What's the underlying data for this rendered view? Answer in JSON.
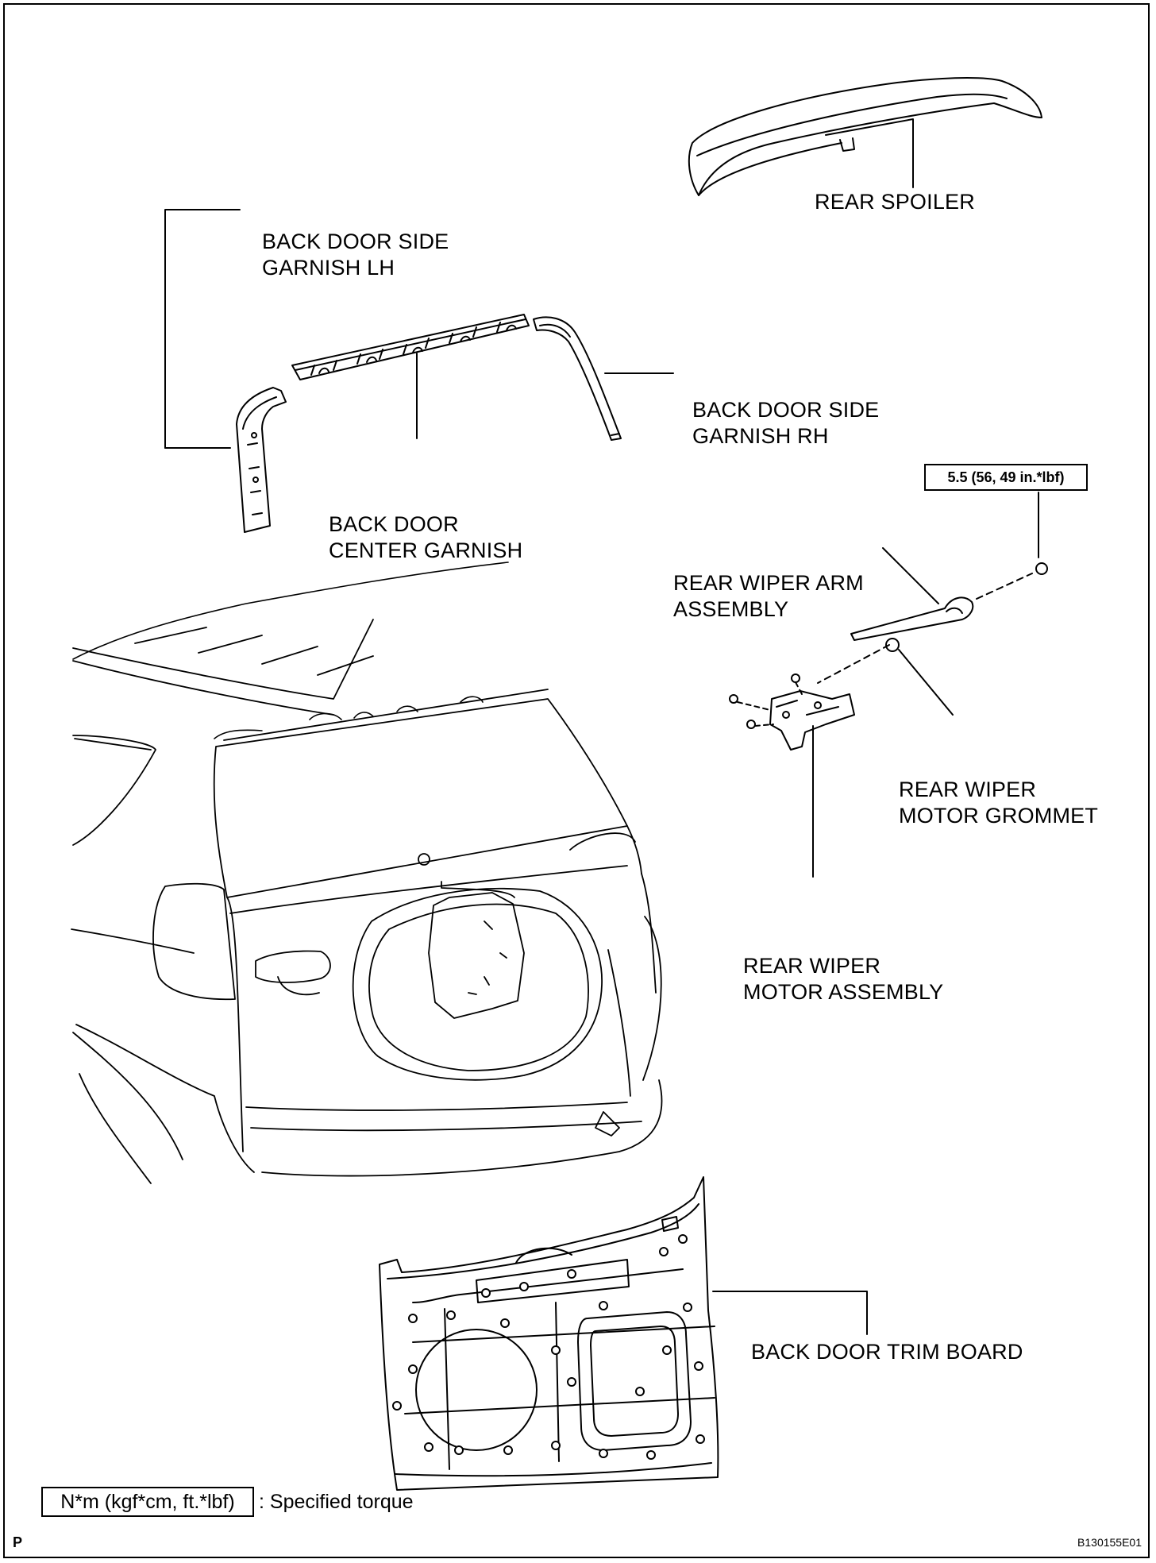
{
  "labels": {
    "rear_spoiler": "REAR SPOILER",
    "side_garnish_lh": [
      "BACK DOOR SIDE",
      "GARNISH LH"
    ],
    "side_garnish_rh": [
      "BACK DOOR SIDE",
      "GARNISH RH"
    ],
    "center_garnish": [
      "BACK DOOR",
      "CENTER GARNISH"
    ],
    "wiper_arm": [
      "REAR WIPER ARM",
      "ASSEMBLY"
    ],
    "wiper_grommet": [
      "REAR WIPER",
      "MOTOR GROMMET"
    ],
    "wiper_motor": [
      "REAR WIPER",
      "MOTOR ASSEMBLY"
    ],
    "trim_board": "BACK DOOR TRIM BOARD"
  },
  "torque_spec": "5.5 (56, 49 in.*lbf)",
  "legend": {
    "unit": "N*m (kgf*cm, ft.*lbf)",
    "description": ": Specified torque"
  },
  "footer": {
    "corner_mark": "P",
    "drawing_code": "B130155E01"
  }
}
